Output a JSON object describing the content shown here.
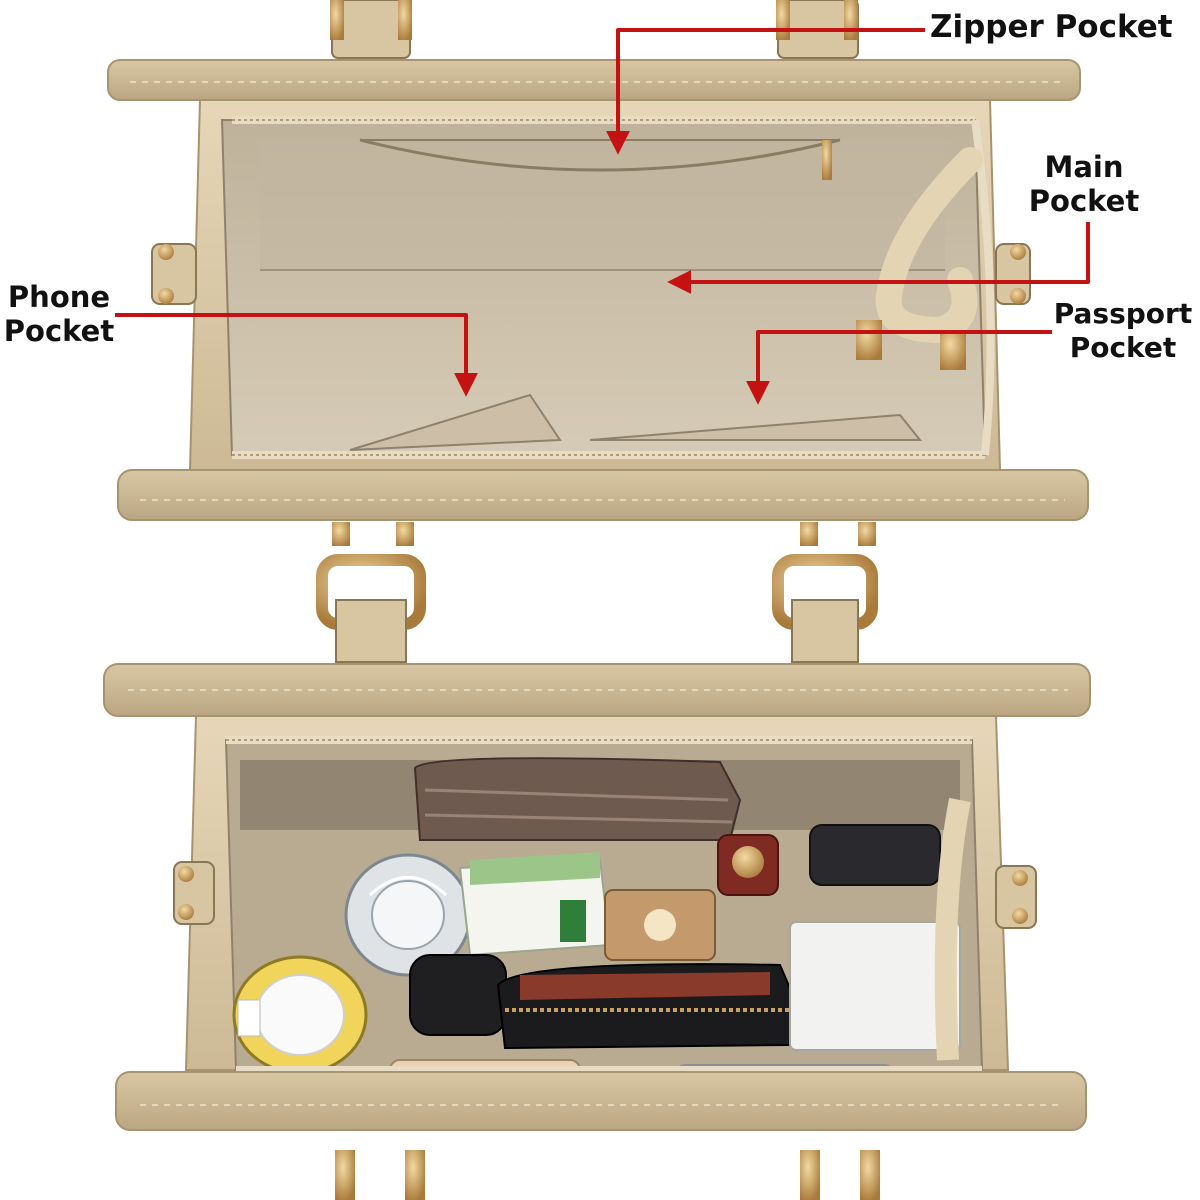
{
  "photo": {
    "subject": "beige-handbag-interior",
    "colors": {
      "leather": "#d8c6a3",
      "leather_dark": "#b9a47e",
      "lining": "#cbbfa8",
      "lining_shadow": "#a99b83",
      "hardware_gold": "#c9a063",
      "arrow_red": "#c41212"
    }
  },
  "labels": {
    "zipper_pocket": "Zipper Pocket",
    "main_pocket": {
      "line1": "Main",
      "line2": "Pocket"
    },
    "phone_pocket": {
      "line1": "Phone",
      "line2": "Pocket"
    },
    "passport_pocket": {
      "line1": "Passport",
      "line2": "Pocket"
    }
  }
}
